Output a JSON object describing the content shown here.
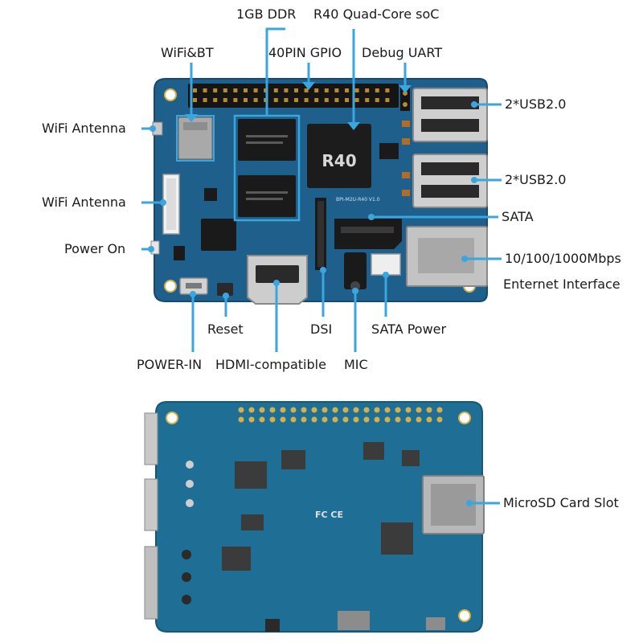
{
  "colors": {
    "board": "#1f5f8b",
    "board_dark": "#154a6e",
    "board_bottom": "#1e6e96",
    "callout": "#3aa6e0",
    "chip": "#1a1a1a",
    "metal": "#c9c9c9",
    "gold": "#b78a2e",
    "text": "#1a1a1a"
  },
  "chip": {
    "soc_mark": "R40",
    "board_mark": "BPI-M2U-R40 V1.0",
    "fcc_mark": "FC CE"
  },
  "labels": {
    "ddr": "1GB DDR",
    "soc": "R40 Quad-Core soC",
    "wifi_bt": "WiFi&BT",
    "gpio": "40PIN GPIO",
    "debug_uart": "Debug UART",
    "usb_top": "2*USB2.0",
    "wifi_antenna_1": "WiFi Antenna",
    "usb_bottom": "2*USB2.0",
    "wifi_antenna_2": "WiFi Antenna",
    "sata": "SATA",
    "power_on": "Power On",
    "ethernet_1": "10/100/1000Mbps",
    "ethernet_2": "Enternet Interface",
    "reset": "Reset",
    "dsi": "DSI",
    "sata_power": "SATA Power",
    "power_in": "POWER-IN",
    "hdmi": "HDMI-compatible",
    "mic": "MIC",
    "microsd": "MicroSD Card Slot"
  }
}
